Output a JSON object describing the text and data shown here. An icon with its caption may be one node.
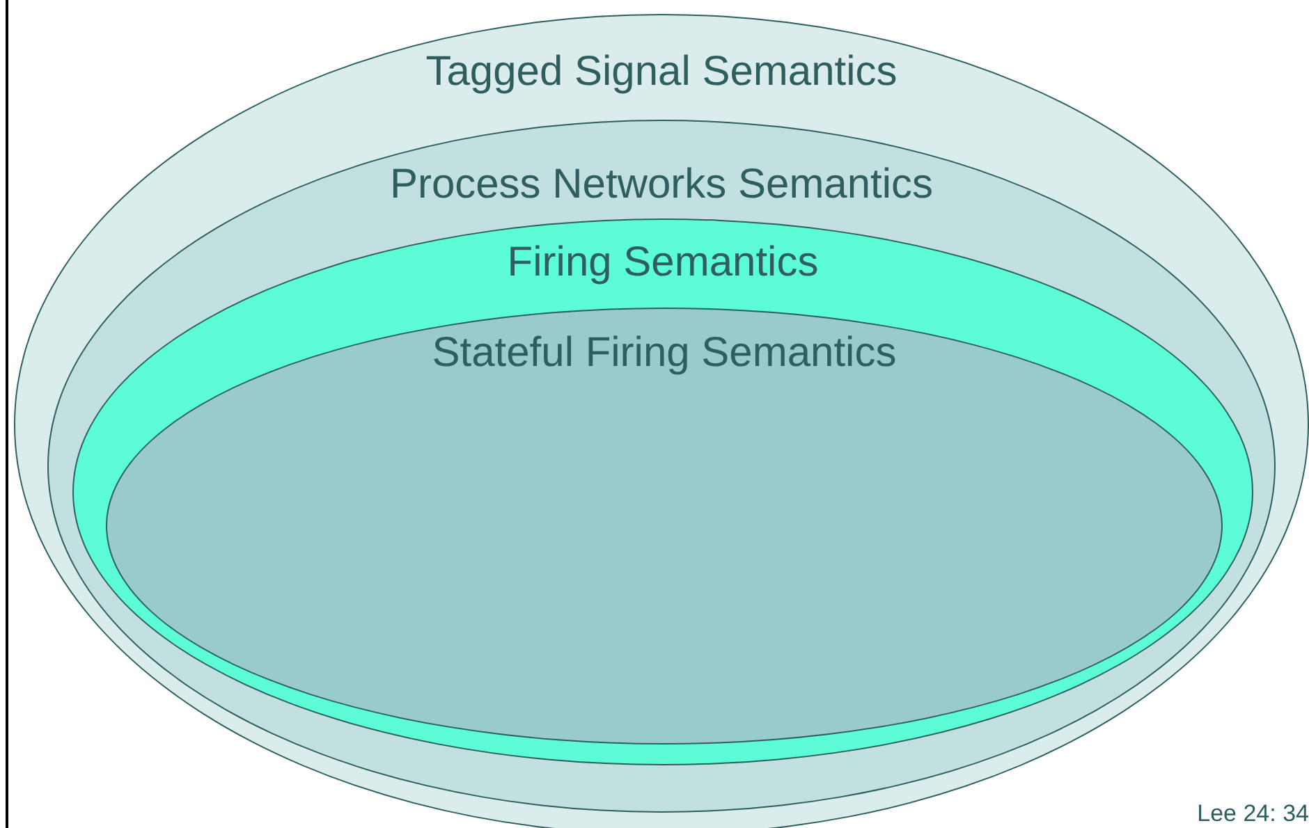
{
  "diagram": {
    "nodes": [
      {
        "text": [
          "Tagged Signal Semantics"
        ]
      },
      {
        "text": [
          "Process Networks Semantics"
        ],
        "in": 0
      },
      {
        "text": [
          "Firing Semantics"
        ],
        "in": 1
      },
      {
        "text": [
          "Stateful Firing Semantics"
        ],
        "in": 2
      }
    ],
    "labels": [
      "Lee 24: 34"
    ]
  }
}
